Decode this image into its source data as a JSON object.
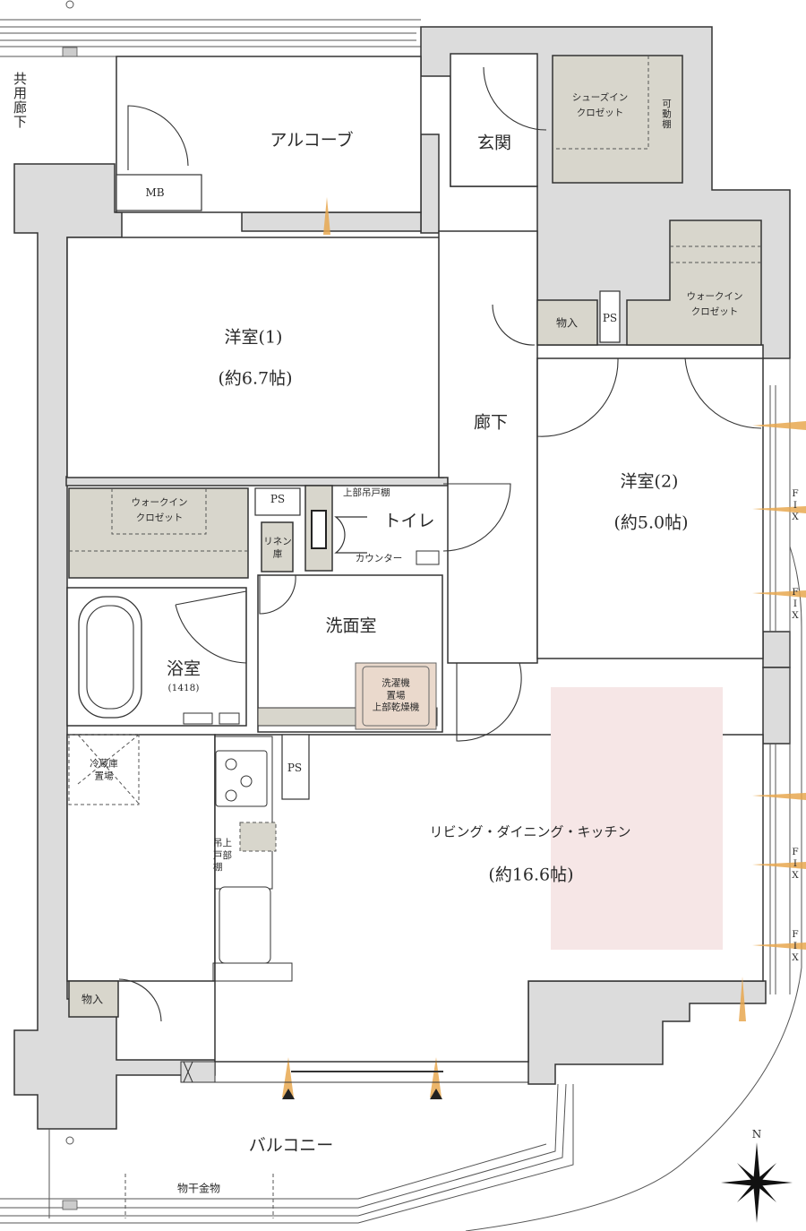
{
  "floorplan": {
    "colors": {
      "structure": "#dcdcdc",
      "storage": "#d8d6cc",
      "washer": "#ead9cc",
      "living_highlight": "#f6e6e6",
      "wall_line": "#333333",
      "window_accent": "#e8a850",
      "airflow_accent": "#9ab8d0"
    },
    "labels": {
      "common_corridor": "共用廊下",
      "mb": "MB",
      "alcove": "アルコーブ",
      "entrance": "玄関",
      "shoe_closet": "シューズイン\nクロゼット",
      "movable_shelf": "可動棚",
      "storage_top": "物入",
      "ps_top": "PS",
      "wic_right": "ウォークイン\nクロゼット",
      "hallway": "廊下",
      "room1_name": "洋室(1)",
      "room1_size": "(約6.7帖)",
      "room2_name": "洋室(2)",
      "room2_size": "(約5.0帖)",
      "wic_left": "ウォークイン\nクロゼット",
      "ps_mid": "PS",
      "linen": "リネン\n庫",
      "upper_cabinet": "上部吊戸棚",
      "toilet": "トイレ",
      "counter": "カウンター",
      "washroom": "洗面室",
      "bathroom": "浴室",
      "bath_size": "(1418)",
      "washer_space": "洗濯機\n置場\n上部乾燥機",
      "fridge_space": "冷蔵庫\n置場",
      "ps_kitchen": "PS",
      "kitchen_cabinet": "吊上\n戸部\n棚",
      "ldk_name": "リビング・ダイニング・キッチン",
      "ldk_size": "(約16.6帖)",
      "storage_bottom": "物入",
      "balcony": "バルコニー",
      "drying_hardware": "物干金物",
      "fix1": "FIX",
      "fix2": "FIX",
      "fix3": "FIX",
      "fix4": "FIX",
      "north": "N"
    }
  }
}
